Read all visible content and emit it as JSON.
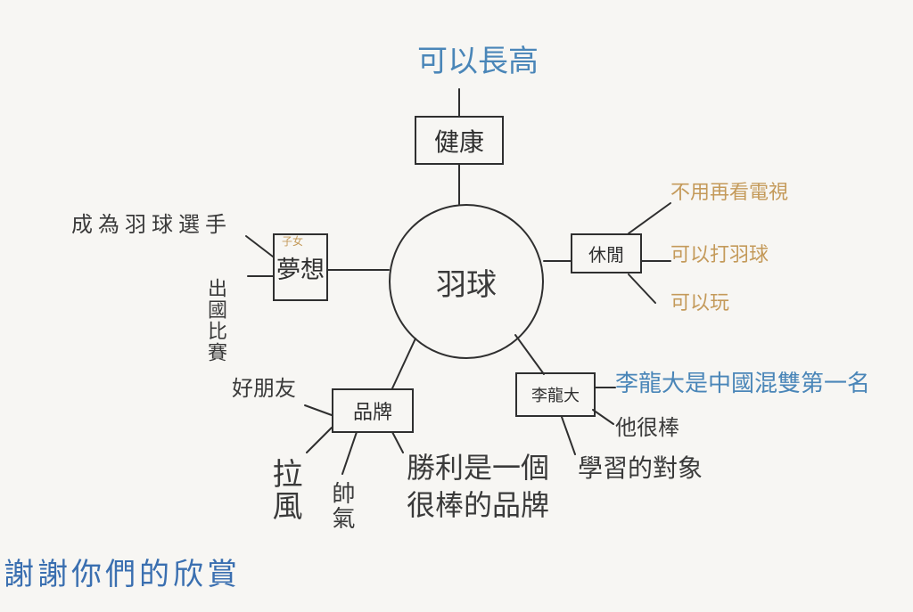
{
  "colors": {
    "ink": "#2f2f2f",
    "blue": "#4a86b8",
    "orange": "#c49a5a",
    "background": "#f7f6f3"
  },
  "center": {
    "label": "羽球"
  },
  "nodes": {
    "health": {
      "label": "健康",
      "branches": [
        "可以長高"
      ]
    },
    "dream": {
      "label": "夢想",
      "small_label": "子女",
      "branches": [
        "成為羽球選手",
        "出國比賽"
      ]
    },
    "leisure": {
      "label": "休閒",
      "branches": [
        "不用再看電視",
        "可以打羽球",
        "可以玩"
      ]
    },
    "brand": {
      "label": "品牌",
      "branches": [
        "好朋友",
        "拉風",
        "帥氣",
        "勝利是一個很棒的品牌"
      ]
    },
    "lichongwei": {
      "label": "李龍大",
      "branches": [
        "李龍大是中國混雙第一名",
        "他很棒",
        "學習的對象"
      ]
    }
  },
  "signature": {
    "text": "謝謝你們的欣賞"
  }
}
